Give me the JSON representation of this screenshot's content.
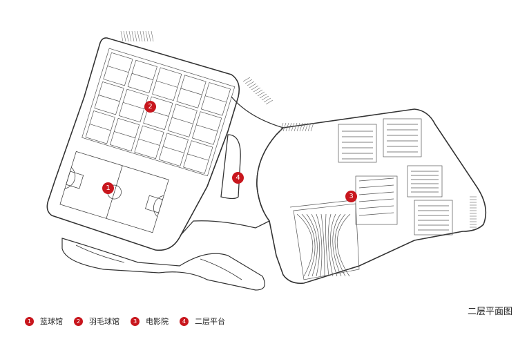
{
  "title": "二层平面图",
  "accent_color": "#c8161d",
  "markers": [
    {
      "num": "1",
      "label": "篮球馆"
    },
    {
      "num": "2",
      "label": "羽毛球馆"
    },
    {
      "num": "3",
      "label": "电影院"
    },
    {
      "num": "4",
      "label": "二层平台"
    }
  ]
}
